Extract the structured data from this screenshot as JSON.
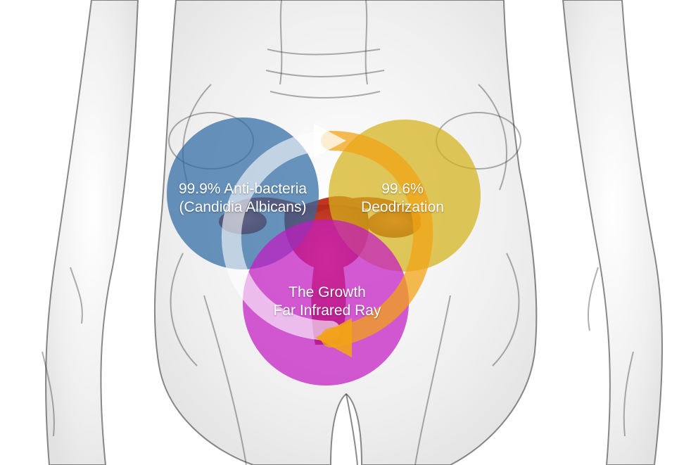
{
  "circles": [
    {
      "id": "anti-bacteria",
      "lines": [
        "99.9% Anti-bacteria",
        "(Candidia Albicans)"
      ],
      "color": "#2e6aa3"
    },
    {
      "id": "deodorization",
      "lines": [
        "99.6%",
        "Deodrization"
      ],
      "color": "#d4b21a"
    },
    {
      "id": "far-infrared",
      "lines": [
        "The Growth",
        "Far Infrared Ray"
      ],
      "color": "#c21bc2"
    }
  ],
  "colors": {
    "background": "#ffffff",
    "body_outline": "#2b2b2b",
    "body_fill": "#efefef",
    "organ": "#c0240e",
    "arrow_white": "#ffffff",
    "arrow_orange": "#f2a316"
  },
  "icons": {
    "background": "human-pelvis-xray-illustration",
    "organ": "uterus-icon",
    "cycle": "circular-cycle-arrow-icon"
  }
}
